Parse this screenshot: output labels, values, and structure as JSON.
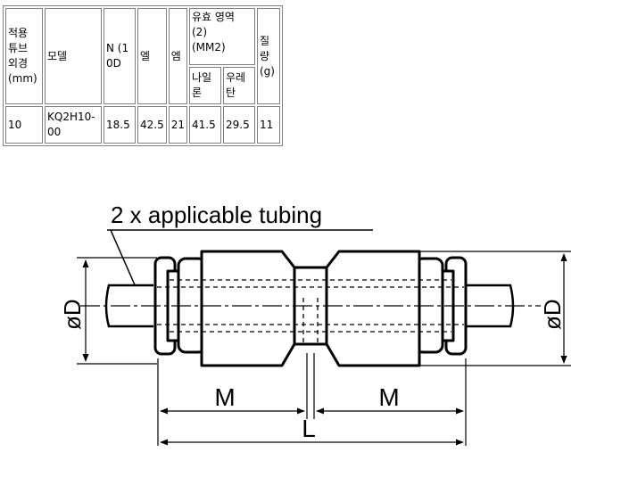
{
  "table": {
    "headers": {
      "tube_od": "적용\n튜브\n외경\n(mm)",
      "model": "모델",
      "n": "N (1\n0D",
      "elbow": "엘",
      "hex": "엠",
      "flow_area": "유효 영역\n(2)\n(MM2)",
      "nylon": "나일\n론",
      "urethane": "우레\n탄",
      "mass": "질\n량\n(g)"
    },
    "row": {
      "tube_od": "10",
      "model": "KQ2H10-\n00",
      "n": "18.5",
      "elbow": "42.5",
      "hex": "21",
      "nylon": "41.5",
      "urethane": "29.5",
      "mass": "11"
    }
  },
  "drawing": {
    "callout": "2 x applicable tubing",
    "dim_left_d": "øD",
    "dim_right_d": "øD",
    "dim_m_left": "M",
    "dim_m_right": "M",
    "dim_l": "L"
  }
}
